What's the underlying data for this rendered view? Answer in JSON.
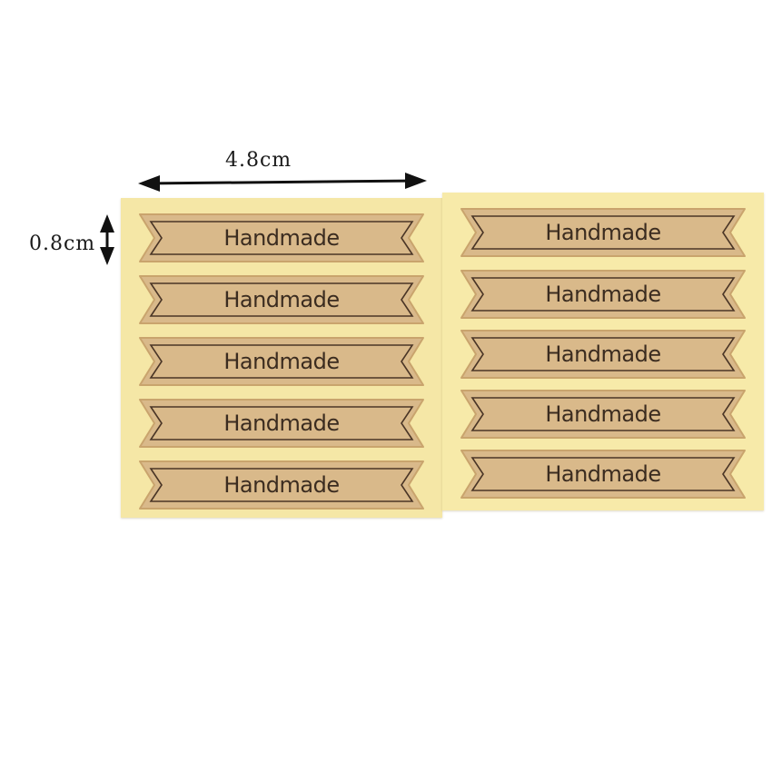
{
  "dimensions": {
    "width_label": "4.8cm",
    "height_label": "0.8cm"
  },
  "sticker_text": "Handmade",
  "colors": {
    "backing_paper": "#f5e7a6",
    "kraft_sticker": "#d9b98a",
    "sticker_edge": "#c9a46d",
    "print_ink": "#3b2c20",
    "background": "#ffffff"
  },
  "stickers": {
    "left_column": [
      "Handmade",
      "Handmade",
      "Handmade",
      "Handmade",
      "Handmade"
    ],
    "right_column": [
      "Handmade",
      "Handmade",
      "Handmade",
      "Handmade",
      "Handmade"
    ]
  }
}
